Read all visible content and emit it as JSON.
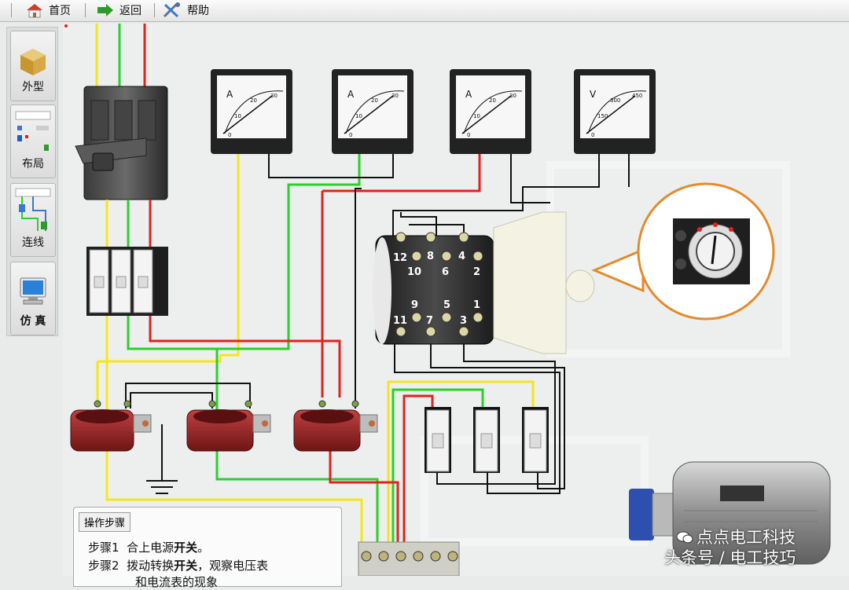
{
  "toolbar": {
    "home_label": "首页",
    "back_label": "返回",
    "help_label": "帮助"
  },
  "sidebar": {
    "items": [
      {
        "label": "外型",
        "icon": "box-icon"
      },
      {
        "label": "布局",
        "icon": "layout-icon"
      },
      {
        "label": "连线",
        "icon": "wiring-icon"
      },
      {
        "label": "仿 真",
        "icon": "computer-icon"
      }
    ]
  },
  "meters": [
    {
      "unit": "A",
      "ticks": [
        "0",
        "10",
        "20",
        "30"
      ]
    },
    {
      "unit": "A",
      "ticks": [
        "0",
        "10",
        "20",
        "30"
      ]
    },
    {
      "unit": "A",
      "ticks": [
        "0",
        "10",
        "20",
        "30"
      ]
    },
    {
      "unit": "V",
      "ticks": [
        "0",
        "150",
        "300",
        "450"
      ]
    }
  ],
  "switch_terminals": [
    "12",
    "8",
    "4",
    "10",
    "6",
    "2",
    "9",
    "5",
    "1",
    "11",
    "7",
    "3"
  ],
  "steps_panel": {
    "tab_label": "操作步骤",
    "step1_prefix": "步骤1",
    "step1_text": "合上电源",
    "step1_bold": "开关",
    "step1_end": "。",
    "step2_prefix": "步骤2",
    "step2_text": "拨动转换",
    "step2_bold": "开关",
    "step2_end": "，观察电压表",
    "step2_cont": "和电流表的现象"
  },
  "watermark": {
    "line1": "点点电工科技",
    "line2": "头条号 / 电工技巧"
  },
  "colors": {
    "wire_yellow": "#f5e61a",
    "wire_green": "#29d129",
    "wire_red": "#e4211c",
    "wire_black": "#111111",
    "ct_body": "#9c2424",
    "callout": "#e38b2b"
  }
}
